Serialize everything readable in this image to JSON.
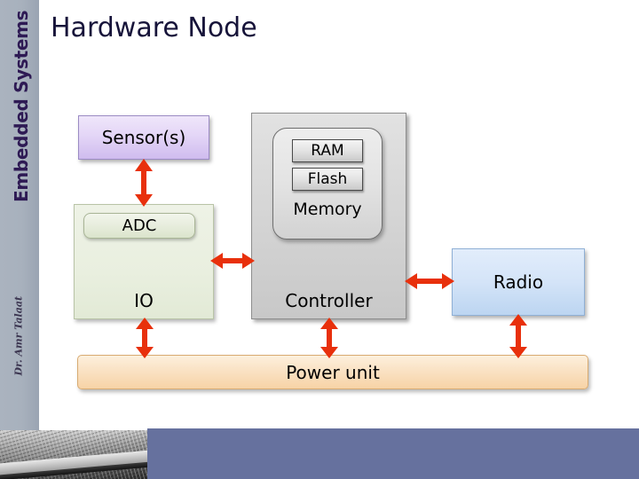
{
  "slide": {
    "title": "Hardware Node",
    "sidebar": {
      "course": "Embedded Systems",
      "author": "Dr. Amr Talaat"
    },
    "colors": {
      "title": "#17143a",
      "sidebar_band": "#a8b1bd",
      "course_text": "#2e1a54",
      "bottom_bar": "#66719e",
      "arrow": "#e8300c",
      "sensor": "#e4d6f7",
      "io": "#e9efdf",
      "controller": "#d6d6d6",
      "memory": "#e3e3e3",
      "radio": "#d4e4f8",
      "power": "#fae2c4"
    }
  },
  "diagram": {
    "blocks": {
      "sensor": {
        "label": "Sensor(s)"
      },
      "io": {
        "label": "IO"
      },
      "adc": {
        "label": "ADC"
      },
      "controller": {
        "label": "Controller"
      },
      "memory": {
        "label": "Memory"
      },
      "ram": {
        "label": "RAM"
      },
      "flash": {
        "label": "Flash"
      },
      "radio": {
        "label": "Radio"
      },
      "power": {
        "label": "Power unit"
      }
    },
    "connections": [
      {
        "name": "sensor-to-io",
        "from": "Sensor(s)",
        "to": "IO",
        "direction": "bidirectional",
        "orientation": "vertical"
      },
      {
        "name": "io-to-controller",
        "from": "IO",
        "to": "Controller",
        "direction": "bidirectional",
        "orientation": "horizontal"
      },
      {
        "name": "controller-to-radio",
        "from": "Controller",
        "to": "Radio",
        "direction": "bidirectional",
        "orientation": "horizontal"
      },
      {
        "name": "io-to-power",
        "from": "IO",
        "to": "Power unit",
        "direction": "bidirectional",
        "orientation": "vertical"
      },
      {
        "name": "controller-to-power",
        "from": "Controller",
        "to": "Power unit",
        "direction": "bidirectional",
        "orientation": "vertical"
      },
      {
        "name": "radio-to-power",
        "from": "Radio",
        "to": "Power unit",
        "direction": "bidirectional",
        "orientation": "vertical"
      }
    ]
  },
  "footer": {
    "photo_caption": "circuit-board-photo"
  }
}
